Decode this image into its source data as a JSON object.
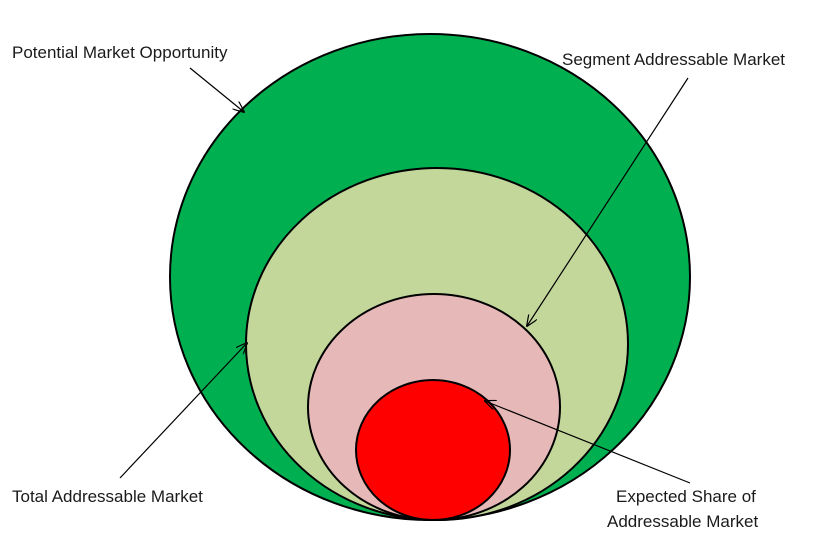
{
  "diagram": {
    "rings": [
      {
        "name": "potential-market-opportunity",
        "color": "#00b050"
      },
      {
        "name": "total-addressable-market",
        "color": "#c4d79b"
      },
      {
        "name": "segment-addressable-market",
        "color": "#e6b9b8"
      },
      {
        "name": "expected-share",
        "color": "#ff0000"
      }
    ],
    "labels": {
      "potential": "Potential Market Opportunity",
      "segment": "Segment Addressable Market",
      "total": "Total Addressable Market",
      "expected_line1": "Expected Share of",
      "expected_line2": "Addressable Market"
    }
  }
}
